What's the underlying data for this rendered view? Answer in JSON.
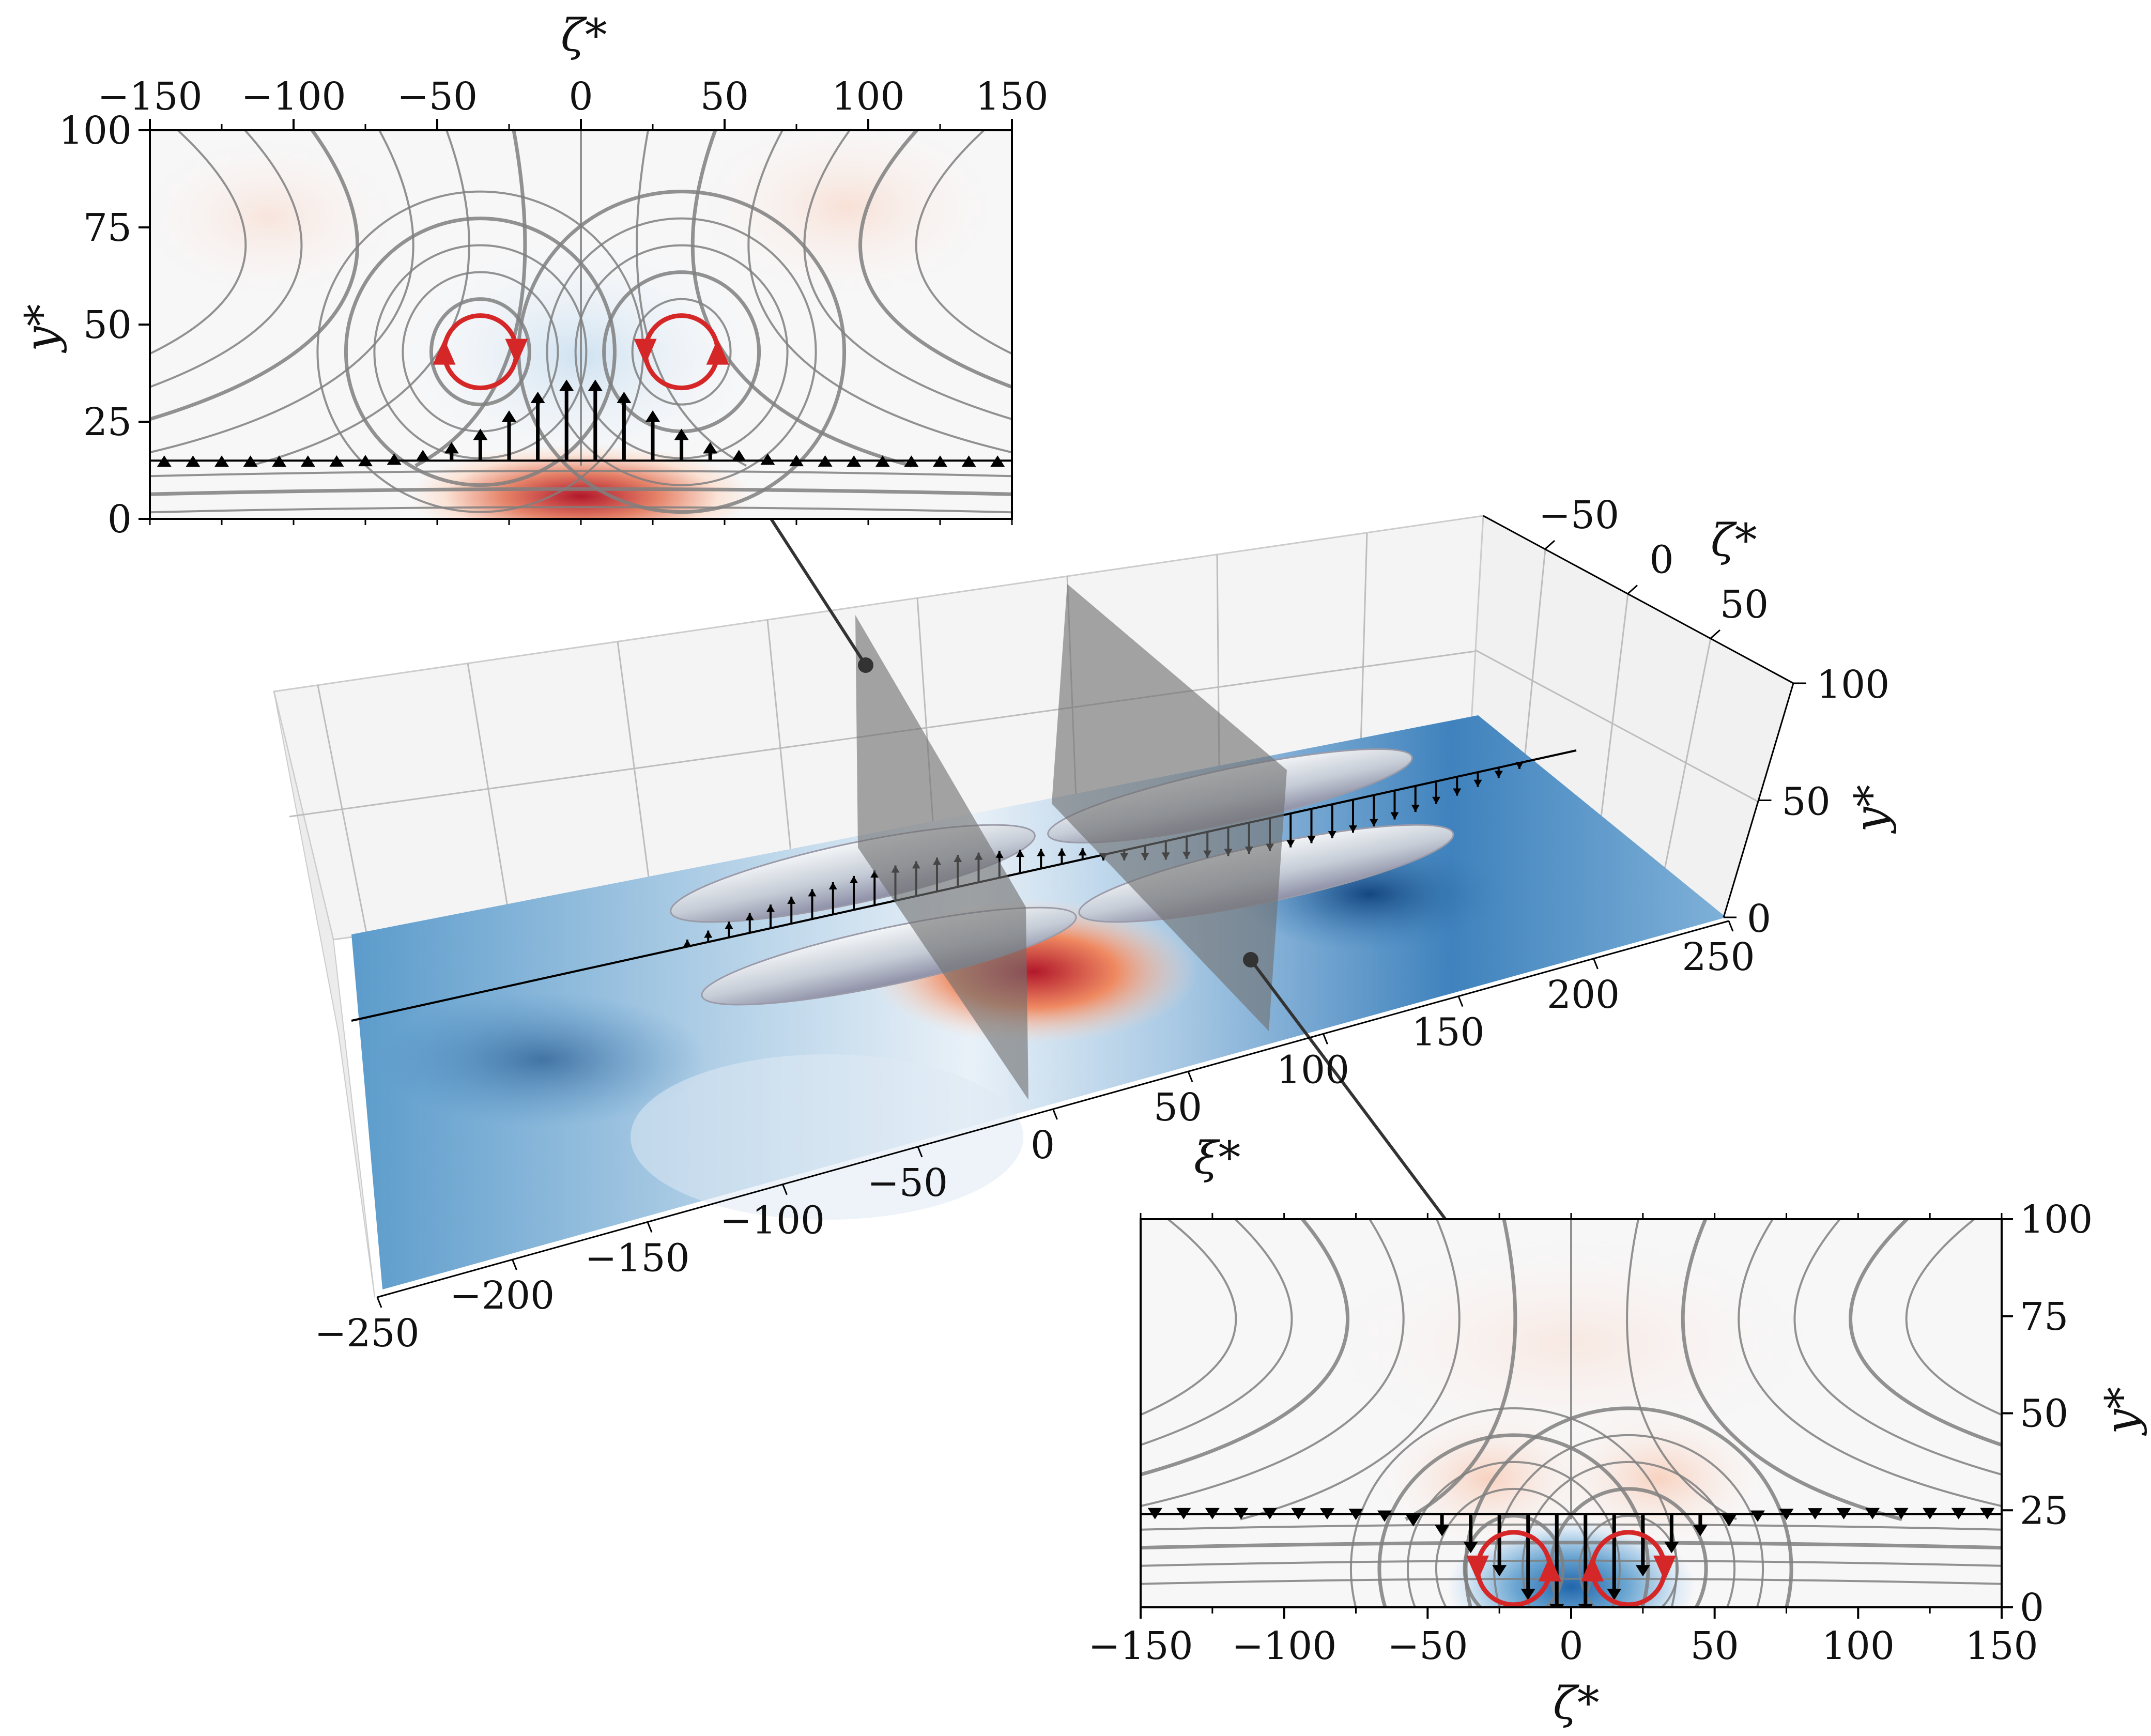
{
  "top_inset": {
    "x_label": "ζ*",
    "y_label": "y*",
    "x_ticks": [
      "−150",
      "−100",
      "−50",
      "0",
      "50",
      "100",
      "150"
    ],
    "y_ticks": [
      "0",
      "25",
      "50",
      "75",
      "100"
    ],
    "xlim": [
      -150,
      150
    ],
    "ylim": [
      0,
      100
    ],
    "baseline_y": 15,
    "vortex_centers": [
      {
        "z": -35,
        "y": 43,
        "dir": "cw"
      },
      {
        "z": 35,
        "y": 43,
        "dir": "ccw"
      }
    ],
    "arrows_direction": "up",
    "contour": "red-near-wall",
    "x_axis_position": "top",
    "y_axis_position": "left"
  },
  "bottom_inset": {
    "x_label": "ζ*",
    "y_label": "y*",
    "x_ticks": [
      "−150",
      "−100",
      "−50",
      "0",
      "50",
      "100",
      "150"
    ],
    "y_ticks": [
      "0",
      "25",
      "50",
      "75",
      "100"
    ],
    "xlim": [
      -150,
      150
    ],
    "ylim": [
      0,
      100
    ],
    "baseline_y": 24,
    "vortex_centers": [
      {
        "z": -20,
        "y": 10,
        "dir": "ccw"
      },
      {
        "z": 20,
        "y": 10,
        "dir": "cw"
      }
    ],
    "arrows_direction": "down",
    "contour": "blue-near-wall",
    "x_axis_position": "bottom",
    "y_axis_position": "right"
  },
  "main_3d": {
    "xi_label": "ξ*",
    "zeta_label": "ζ*",
    "y_label": "y*",
    "xi_ticks": [
      "−250",
      "−200",
      "−150",
      "−100",
      "−50",
      "0",
      "50",
      "100",
      "150",
      "200",
      "250"
    ],
    "zeta_ticks": [
      "−50",
      "0",
      "50"
    ],
    "y_ticks": [
      "0",
      "50",
      "100"
    ]
  },
  "colors": {
    "vortex_arrow": "#d62728",
    "streamline": "#7f7f7f",
    "arrow": "#000000",
    "cut_plane": "#7a7a7a",
    "red_contour": "#c0392b",
    "blue_contour": "#2f6fad"
  }
}
